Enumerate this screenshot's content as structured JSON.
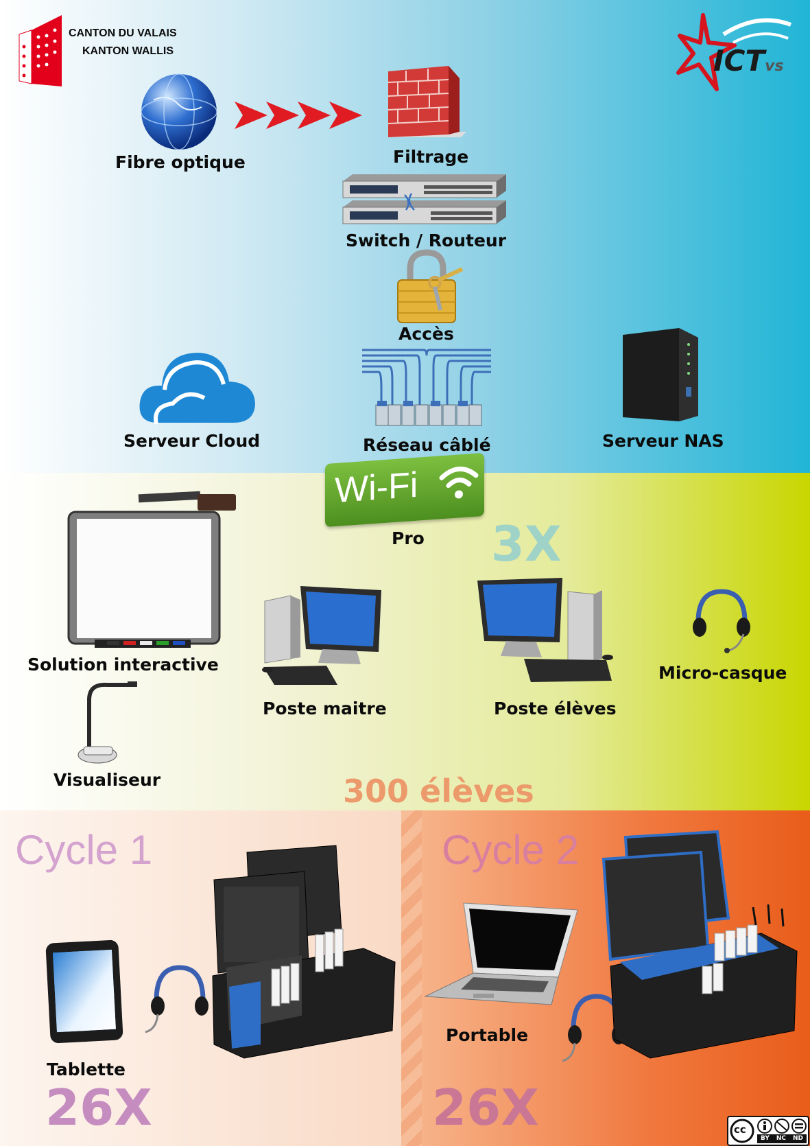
{
  "header": {
    "logo_line1": "CANTON DU VALAIS",
    "logo_line2": "KANTON WALLIS",
    "brand": "ICT",
    "brand_sub": "vs"
  },
  "network": {
    "fibre": "Fibre optique",
    "filtering": "Filtrage",
    "switch": "Switch / Routeur",
    "access": "Accès",
    "cloud": "Serveur Cloud",
    "wired": "Réseau câblé",
    "nas": "Serveur NAS",
    "wifi_badge": "Wi-Fi",
    "wifi_label": "Pro"
  },
  "classroom": {
    "multiplier": "3X",
    "interactive": "Solution interactive",
    "visualizer": "Visualiseur",
    "teacher_pc": "Poste maitre",
    "student_pc": "Poste élèves",
    "headset": "Micro-casque",
    "students": "300 élèves"
  },
  "cycle1": {
    "title": "Cycle 1",
    "device": "Tablette",
    "count": "26X"
  },
  "cycle2": {
    "title": "Cycle 2",
    "device": "Portable",
    "count": "26X"
  },
  "license": {
    "cc": "cc",
    "by": "BY",
    "nc": "NC",
    "nd": "ND"
  },
  "colors": {
    "multiplier_3x": "#9fd3c7",
    "students_orange": "#ec9a6c",
    "cycle1_purple": "#d3a2cf",
    "cycle2_pink": "#d87fa0",
    "count1": "#c58cc0",
    "count2": "#c97795",
    "arrow_red": "#e11b22"
  }
}
